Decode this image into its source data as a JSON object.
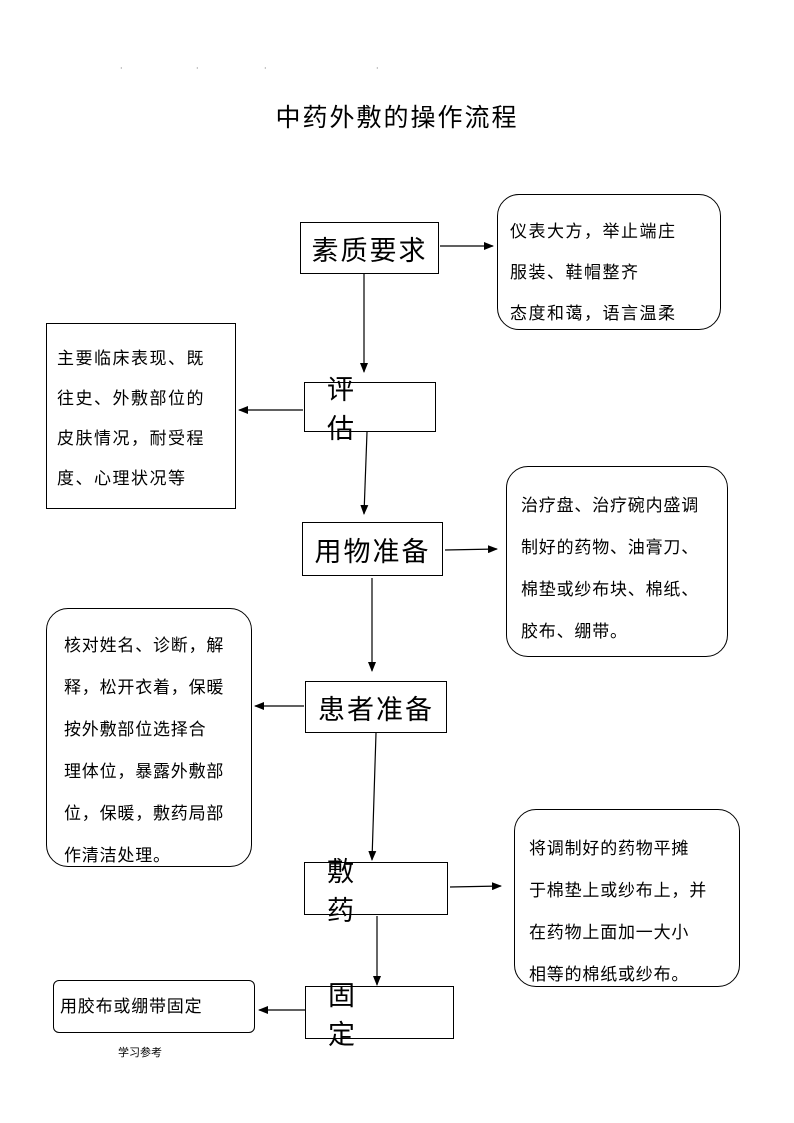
{
  "title": "中药外敷的操作流程",
  "footer": "学习参考",
  "steps": [
    {
      "label": "素质要求"
    },
    {
      "label": "评 估"
    },
    {
      "label": "用物准备"
    },
    {
      "label": "患者准备"
    },
    {
      "label": "敷 药"
    },
    {
      "label": "固 定"
    }
  ],
  "notes": {
    "quality": [
      "仪表大方，举止端庄",
      "服装、鞋帽整齐",
      "态度和蔼，语言温柔"
    ],
    "assessment": [
      "主要临床表现、既",
      "往史、外敷部位的",
      "皮肤情况，耐受程",
      "度、心理状况等"
    ],
    "supplies": [
      "治疗盘、治疗碗内盛调",
      "制好的药物、油膏刀、",
      "棉垫或纱布块、棉纸、",
      "胶布、绷带。"
    ],
    "patient": [
      "核对姓名、诊断，解",
      "释，松开衣着，保暖",
      "按外敷部位选择合",
      "理体位，暴露外敷部",
      "位，保暖，敷药局部",
      "作清洁处理。"
    ],
    "apply": [
      "将调制好的药物平摊",
      "于棉垫上或纱布上，并",
      "在药物上面加一大小",
      "相等的棉纸或纱布。"
    ],
    "fix": [
      "用胶布或绷带固定"
    ]
  }
}
